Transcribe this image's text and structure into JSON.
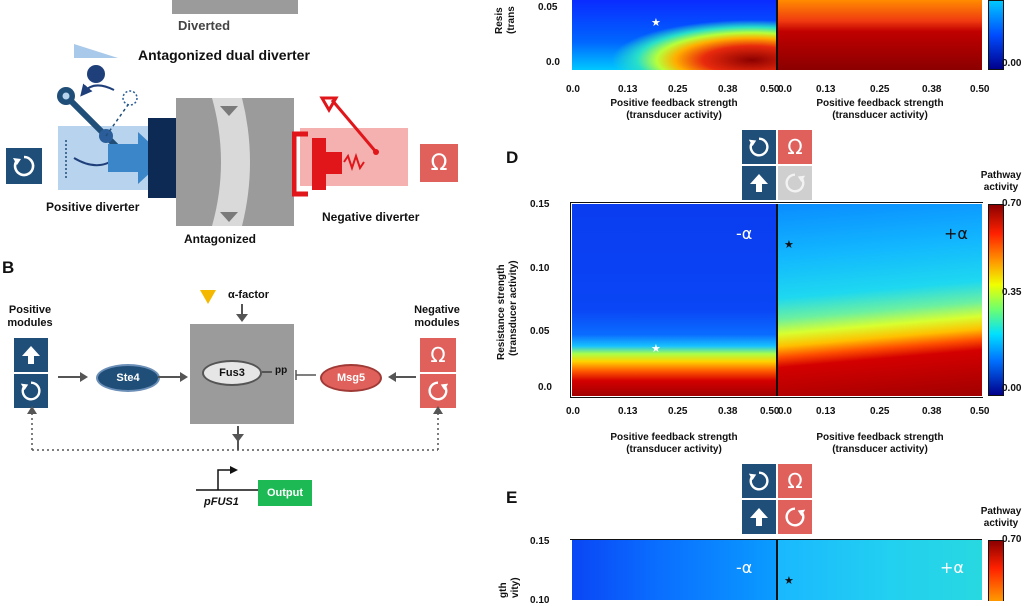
{
  "panel_a": {
    "diverted_label": "Diverted",
    "title": "Antagonized dual diverter",
    "positive_diverter": "Positive diverter",
    "antagonized": "Antagonized",
    "negative_diverter": "Negative diverter",
    "omega_symbol": "Ω"
  },
  "panel_b": {
    "letter": "B",
    "alpha_factor": "α-factor",
    "positive_modules": "Positive modules",
    "negative_modules": "Negative modules",
    "ste4": "Ste4",
    "fus3": "Fus3",
    "pp": "pp",
    "msg5": "Msg5",
    "promoter": "pFUS1",
    "output": "Output",
    "omega_symbol": "Ω"
  },
  "heatmap_common": {
    "x_ticks": [
      "0.0",
      "0.13",
      "0.25",
      "0.38",
      "0.50"
    ],
    "x_label_line1": "Positive feedback  strength",
    "x_label_line2": "(transducer activity)",
    "y_label_line1": "Resistance strength",
    "y_label_line2": "(transducer  activity)",
    "y_ticks": [
      "0.0",
      "0.05",
      "0.10",
      "0.15"
    ],
    "minus_alpha": "-α",
    "plus_alpha": "+α",
    "colorbar_title_1": "Pathway",
    "colorbar_title_2": "activity",
    "colorbar_ticks": [
      "0.70",
      "0.35",
      "0.00"
    ],
    "omega_symbol": "Ω"
  },
  "panel_c_partial": {
    "y_label_fragment_1": "Resis",
    "y_label_fragment_2": "(trans",
    "y_ticks": [
      "0.05",
      "0.0"
    ],
    "colorbar_tick": "0.00"
  },
  "panel_d": {
    "letter": "D"
  },
  "panel_e": {
    "letter": "E",
    "y_tick_top": "0.15",
    "y_tick_partial": "0.10",
    "y_label_fragment_1": "gth",
    "y_label_fragment_2": "vity)"
  },
  "colors": {
    "navy": "#1f4e79",
    "salmon": "#e0605c",
    "light_blue": "#b7d3ee",
    "mid_blue": "#3a86c8",
    "red": "#e0161b",
    "pink": "#f4b1af",
    "grey_box": "#9b9b9b",
    "green_output": "#1db954",
    "ochre": "#f5b800"
  }
}
